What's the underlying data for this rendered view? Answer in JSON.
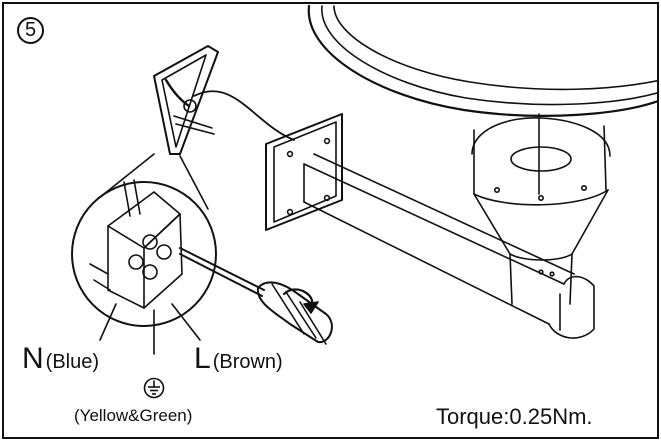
{
  "diagram": {
    "step_number": "5",
    "neutral": {
      "letter": "N",
      "color_note": "(Blue)"
    },
    "live": {
      "letter": "L",
      "color_note": "(Brown)"
    },
    "ground_note": "(Yellow&Green)",
    "torque": "Torque:0.25Nm.",
    "icons": [
      "ground-symbol-icon",
      "screwdriver-icon",
      "rotation-arrow-icon"
    ]
  }
}
